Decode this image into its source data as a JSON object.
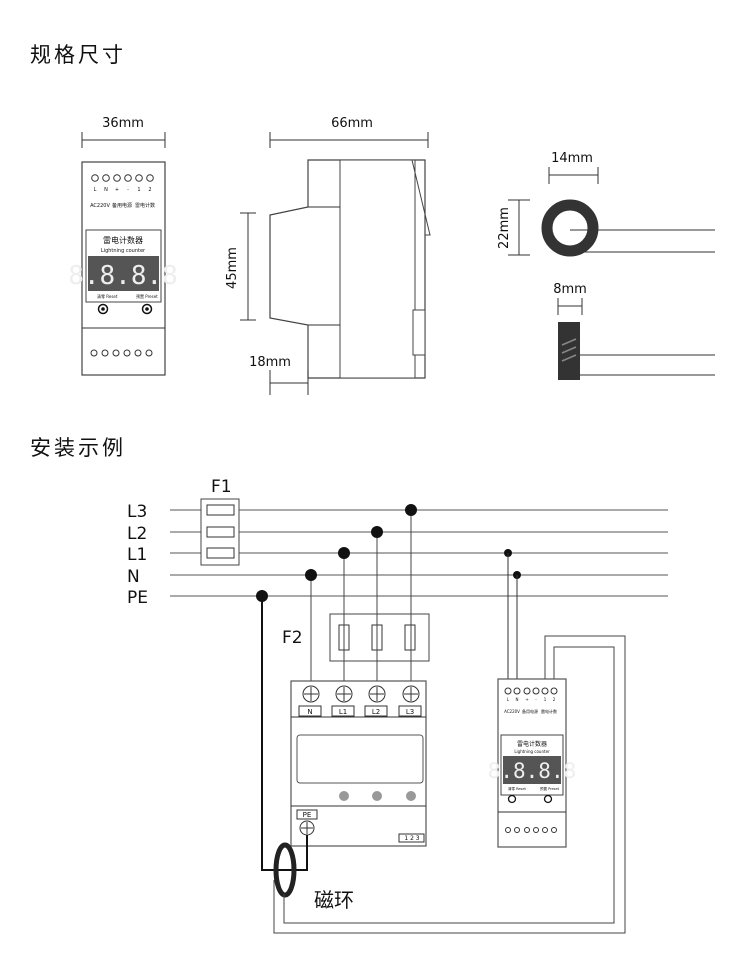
{
  "sections": {
    "dimensions_title": "规格尺寸",
    "install_title": "安装示例"
  },
  "dimensions": {
    "front_width": "36mm",
    "side_width": "66mm",
    "side_height": "45mm",
    "rail_depth": "18mm",
    "coil_width": "14mm",
    "coil_height": "22mm",
    "coil_side_width": "8mm"
  },
  "counter_device": {
    "terminal_labels": [
      "L",
      "N",
      "+",
      "-",
      "1",
      "2"
    ],
    "group_labels": [
      "AC220V",
      "备用电源",
      "雷电计数"
    ],
    "title_cn": "雷电计数器",
    "title_en": "Lightning counter",
    "display_value": "8.8.8.8",
    "reset_label": "清零 Reset",
    "preset_label": "预置 Preset"
  },
  "install": {
    "fuse_label": "F1",
    "spd_label": "F2",
    "lines": [
      "L3",
      "L2",
      "L1",
      "N",
      "PE"
    ],
    "spd_terminals": [
      "N",
      "L1",
      "L2",
      "L3"
    ],
    "spd_pe_label": "PE",
    "spd_index": "1 2 3",
    "coil_label": "磁环"
  }
}
